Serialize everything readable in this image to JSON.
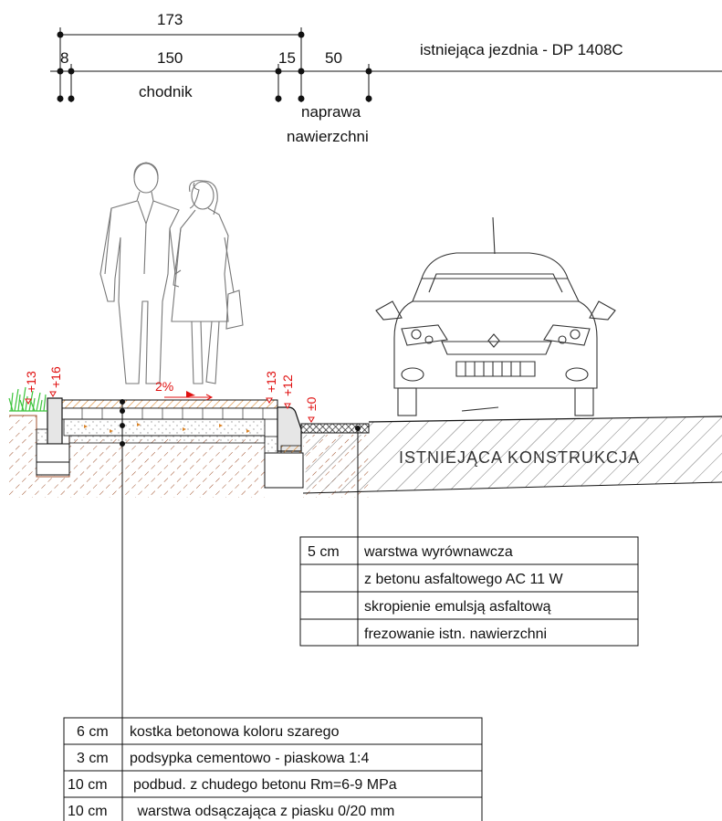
{
  "dimensions": {
    "total": "173",
    "curb_left": "8",
    "sidewalk": "150",
    "curb_right": "15",
    "repair": "50"
  },
  "labels": {
    "existing_road": "istniejąca jezdnia - DP 1408C",
    "sidewalk": "chodnik",
    "repair_line1": "naprawa",
    "repair_line2": "nawierzchni",
    "slope": "2%",
    "existing_structure": "ISTNIEJĄCA  KONSTRUKCJA"
  },
  "elevations": {
    "green_left": "+13",
    "curb_left_top": "+16",
    "curb_right_top": "+13",
    "curb_right_low": "+12",
    "road_zero": "±0"
  },
  "road_layers": [
    {
      "thickness": "5 cm",
      "description": "warstwa wyrównawcza"
    },
    {
      "thickness": "",
      "description": "z betonu asfaltowego AC 11 W"
    },
    {
      "thickness": "",
      "description": "skropienie emulsją asfaltową"
    },
    {
      "thickness": "",
      "description": "frezowanie istn. nawierzchni"
    }
  ],
  "sidewalk_layers": [
    {
      "thickness": "6 cm",
      "description": "kostka betonowa koloru szarego"
    },
    {
      "thickness": "3 cm",
      "description": "podsypka cementowo - piaskowa 1:4"
    },
    {
      "thickness": "10 cm",
      "description": "podbud. z chudego betonu Rm=6-9 MPa"
    },
    {
      "thickness": "10 cm",
      "description": " warstwa odsączająca z piasku 0/20 mm"
    }
  ],
  "colors": {
    "elevation_red": "#e01010",
    "grass_green": "#3cc43c",
    "paving_orange": "#d9842a",
    "line": "#111111"
  },
  "icons": [
    "pedestrian-couple-icon",
    "car-front-icon",
    "grass-icon",
    "slope-flag-icon"
  ]
}
